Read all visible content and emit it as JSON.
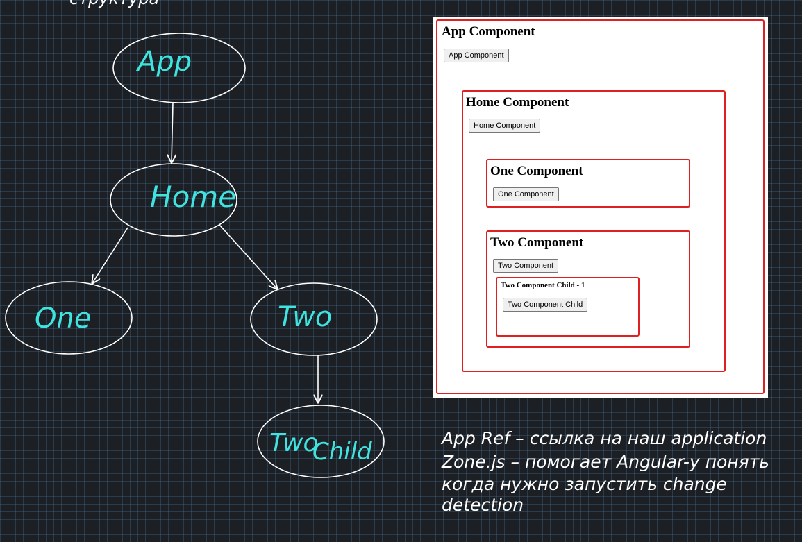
{
  "diagram": {
    "partial_heading": "структура",
    "nodes": {
      "app": "App",
      "home": "Home",
      "one": "One",
      "two": "Two",
      "two_child_a": "Two",
      "two_child_b": "Child"
    },
    "node_text_color": "#3fe3e0",
    "edge_color": "#ffffff"
  },
  "browser": {
    "app": {
      "title": "App Component",
      "button": "App Component"
    },
    "home": {
      "title": "Home Component",
      "button": "Home Component"
    },
    "one": {
      "title": "One Component",
      "button": "One Component"
    },
    "two": {
      "title": "Two Component",
      "button": "Two Component"
    },
    "two_child": {
      "title": "Two Component Child - 1",
      "button": "Two Component Child"
    },
    "border_color": "#e02020"
  },
  "notes": {
    "line1": "App Ref – ссылка на наш application",
    "line2": "Zone.js – помогает Angular-у понять",
    "line3": "когда нужно запустить change",
    "line4": "detection"
  }
}
